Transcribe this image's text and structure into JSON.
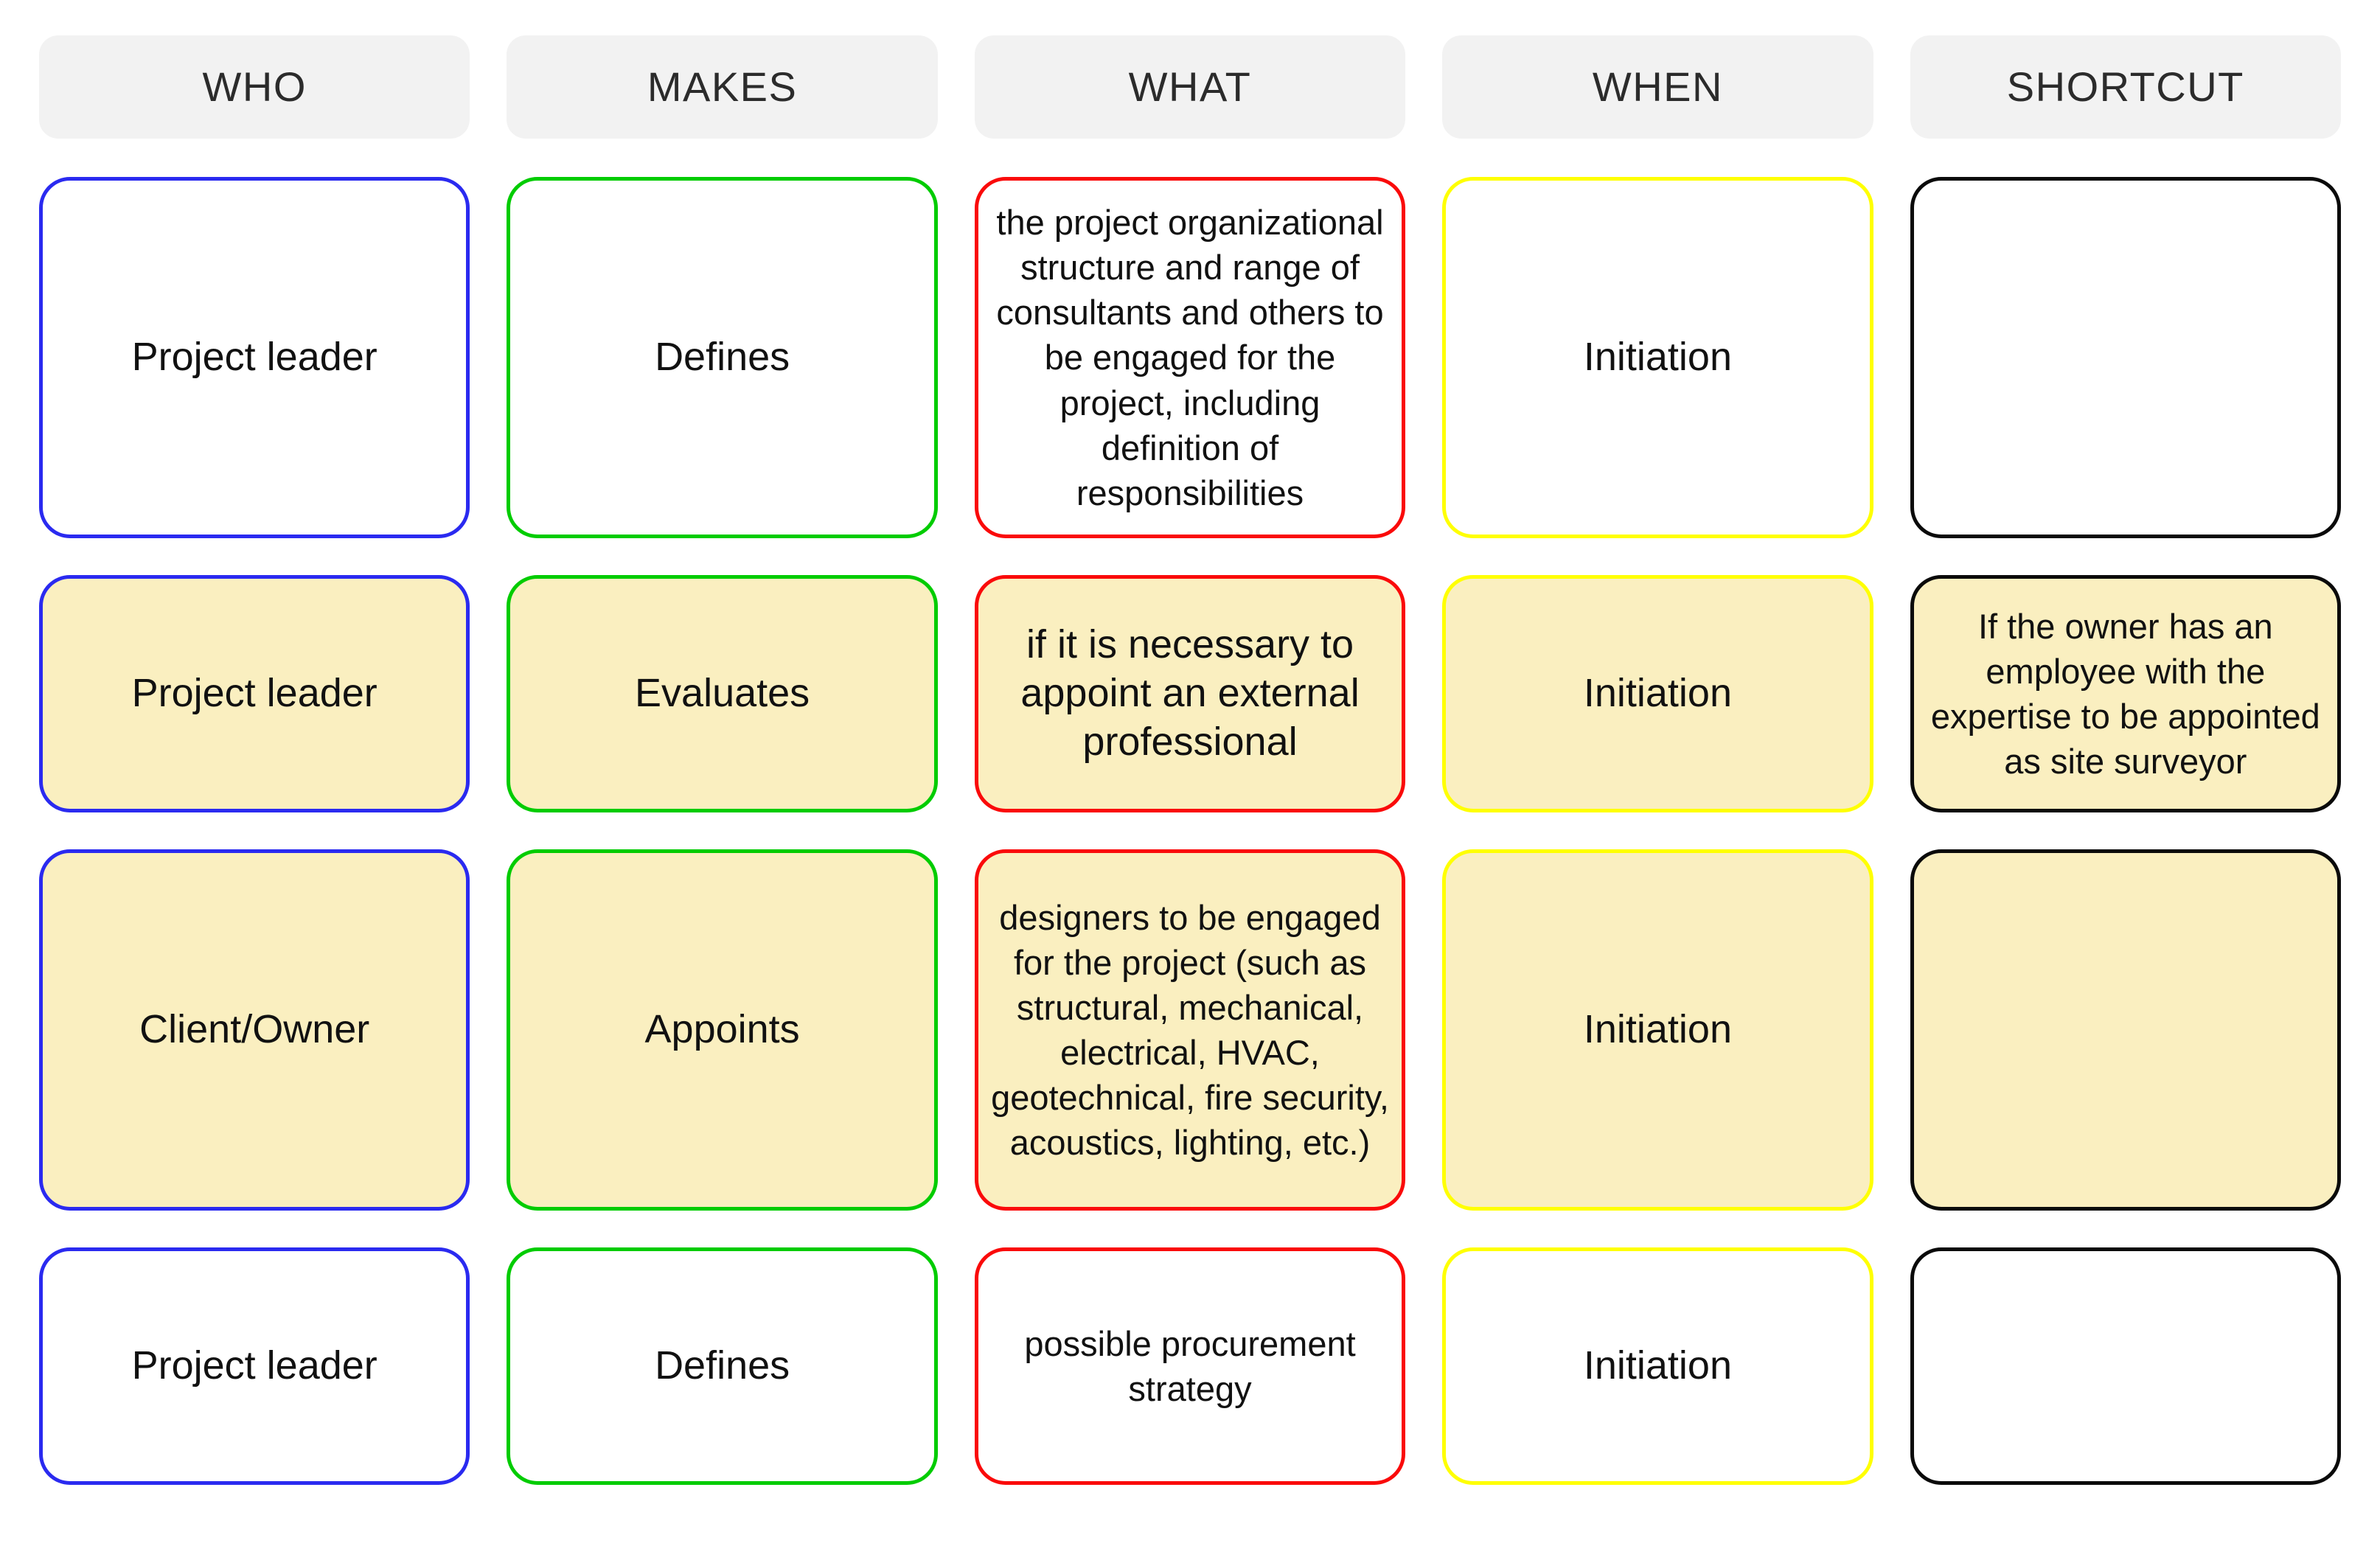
{
  "table": {
    "columns": [
      {
        "key": "who",
        "label": "WHO",
        "accent": "#2a2af0"
      },
      {
        "key": "makes",
        "label": "MAKES",
        "accent": "#00cc00"
      },
      {
        "key": "what",
        "label": "WHAT",
        "accent": "#fa0a0a"
      },
      {
        "key": "when",
        "label": "WHEN",
        "accent": "#ffff00"
      },
      {
        "key": "shortcut",
        "label": "SHORTCUT",
        "accent": "#0a0a0a"
      }
    ],
    "header_background": "#f2f2f2",
    "highlight_fill": "#faefc0",
    "rows": [
      {
        "highlighted": false,
        "who": "Project leader",
        "makes": "Defines",
        "what": "the project organizational structure and range of consultants and others to be engaged for the project, including definition of responsibilities",
        "when": "Initiation",
        "shortcut": ""
      },
      {
        "highlighted": true,
        "who": "Project leader",
        "makes": "Evaluates",
        "what": "if it is necessary to appoint an external professional",
        "when": "Initiation",
        "shortcut": "If the owner has an employee with the expertise to be appointed as site surveyor"
      },
      {
        "highlighted": true,
        "who": "Client/Owner",
        "makes": "Appoints",
        "what": "designers to be engaged for the project (such as structural, mechanical, electrical, HVAC, geotechnical, fire security, acoustics, lighting, etc.)",
        "when": "Initiation",
        "shortcut": ""
      },
      {
        "highlighted": false,
        "who": "Project leader",
        "makes": "Defines",
        "what": "possible procurement strategy",
        "when": "Initiation",
        "shortcut": ""
      }
    ]
  }
}
